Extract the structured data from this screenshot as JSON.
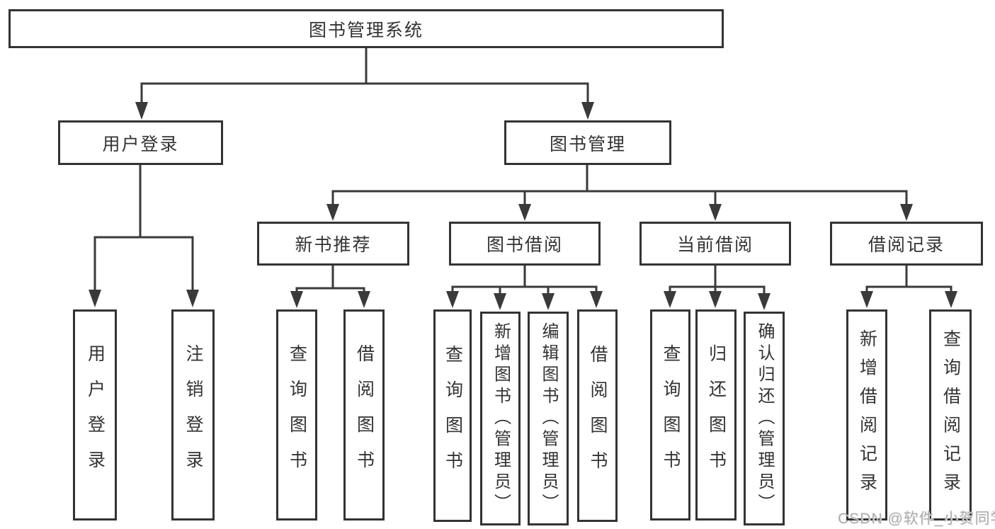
{
  "tree": {
    "label": "图书管理系统",
    "children": [
      {
        "label": "用户登录",
        "children": [
          {
            "label": "用户登录"
          },
          {
            "label": "注销登录"
          }
        ]
      },
      {
        "label": "图书管理",
        "children": [
          {
            "label": "新书推荐",
            "children": [
              {
                "label": "查询图书"
              },
              {
                "label": "借阅图书"
              }
            ]
          },
          {
            "label": "图书借阅",
            "children": [
              {
                "label": "查询图书"
              },
              {
                "label": "新增图书（管理员）"
              },
              {
                "label": "编辑图书（管理员）"
              },
              {
                "label": "借阅图书"
              }
            ]
          },
          {
            "label": "当前借阅",
            "children": [
              {
                "label": "查询图书"
              },
              {
                "label": "归还图书"
              },
              {
                "label": "确认归还（管理员）"
              }
            ]
          },
          {
            "label": "借阅记录",
            "children": [
              {
                "label": "新增借阅记录"
              },
              {
                "label": "查询借阅记录"
              }
            ]
          }
        ]
      }
    ]
  },
  "watermark": {
    "text": "CSDN @软件_小贺同学"
  },
  "colors": {
    "line": "#3a3a3a",
    "box_border": "#333333",
    "text": "#333333",
    "watermark": "#aeaeae",
    "background": "#ffffff"
  }
}
